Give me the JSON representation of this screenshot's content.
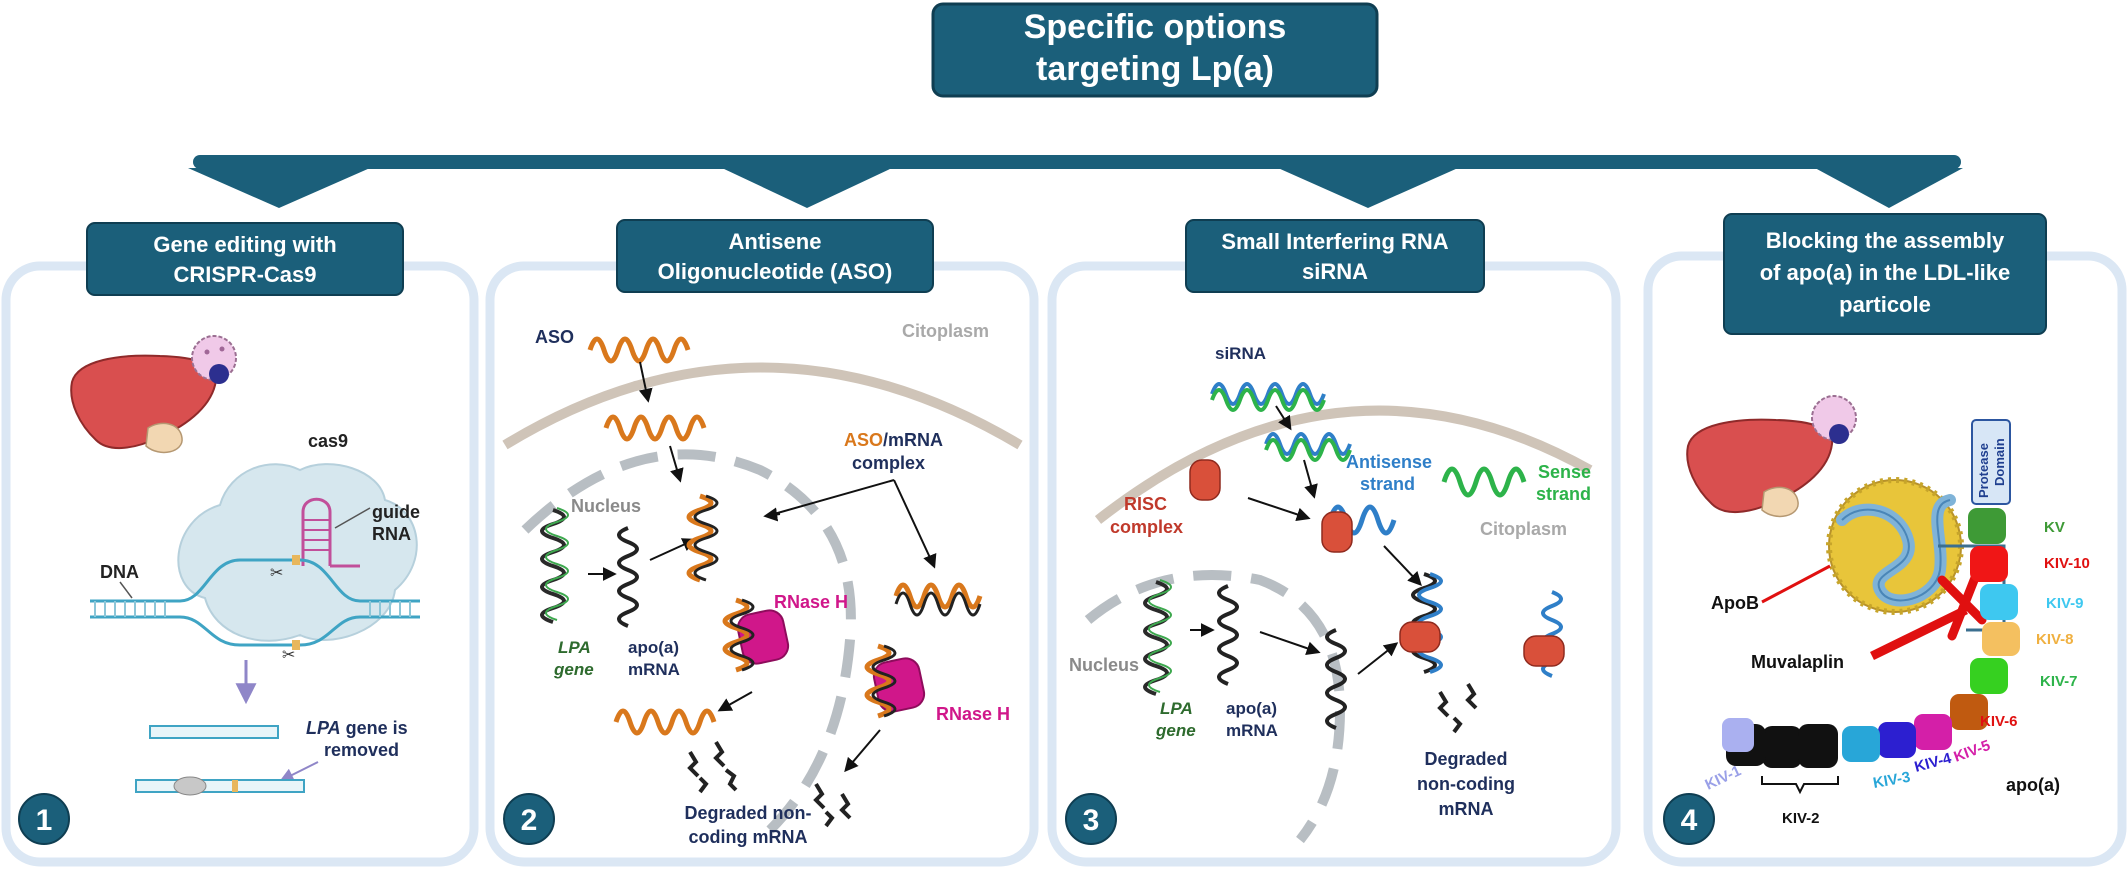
{
  "title": {
    "line1": "Specific options",
    "line2": "targeting Lp(a)"
  },
  "colors": {
    "header_fill": "#1b5f7a",
    "panel_border": "#dbe7f4",
    "navy": "#1f2f5c",
    "aso_orange": "#d9781c",
    "sirna_blue": "#2f7fc8",
    "sense_green": "#2db34a",
    "risc_red": "#d9503a",
    "rnase_magenta": "#d0178a",
    "membrane": "#cfc4b8",
    "nucleus_dash": "#b8bec3"
  },
  "panels": [
    {
      "number": "1",
      "header": [
        "Gene editing with",
        "CRISPR-Cas9"
      ],
      "labels": {
        "cas9": "cas9",
        "guide1": "guide",
        "guide2": "RNA",
        "dna": "DNA",
        "lpa": "LPA",
        "gene_removed": " gene is",
        "removed": "removed"
      }
    },
    {
      "number": "2",
      "header": [
        "Antisene",
        "Oligonucleotide (ASO)"
      ],
      "labels": {
        "aso": "ASO",
        "citoplasm": "Citoplasm",
        "complex_aso": "ASO",
        "complex_rest": "/mRNA",
        "complex2": "complex",
        "nucleus": "Nucleus",
        "lpa": "LPA",
        "gene": "gene",
        "apoa": "apo(a)",
        "mrna": "mRNA",
        "rnaseh1": "RNase H",
        "rnaseh2": "RNase H",
        "degraded1": "Degraded non-",
        "degraded2": "coding mRNA"
      }
    },
    {
      "number": "3",
      "header": [
        "Small Interfering RNA",
        "siRNA"
      ],
      "labels": {
        "sirna": "siRNA",
        "antisense1": "Antisense",
        "antisense2": "strand",
        "sense1": "Sense",
        "sense2": "strand",
        "risc1": "RISC",
        "risc2": "complex",
        "citoplasm": "Citoplasm",
        "nucleus": "Nucleus",
        "lpa": "LPA",
        "gene": "gene",
        "apoa": "apo(a)",
        "mrna": "mRNA",
        "degraded1": "Degraded",
        "degraded2": "non-coding",
        "degraded3": "mRNA"
      }
    },
    {
      "number": "4",
      "header": [
        "Blocking the assembly",
        "of apo(a) in the LDL-like",
        "particole"
      ],
      "labels": {
        "protease1": "Protease",
        "protease2": "Domain",
        "apob": "ApoB",
        "muvalaplin": "Muvalaplin",
        "apoa": "apo(a)",
        "kv": "KV",
        "kiv10": "KIV-10",
        "kiv9": "KIV-9",
        "kiv8": "KIV-8",
        "kiv7": "KIV-7",
        "kiv6": "KIV-6",
        "kiv5": "KIV-5",
        "kiv4": "KIV-4",
        "kiv3": "KIV-3",
        "kiv2": "KIV-2",
        "kiv1": "KIV-1"
      }
    }
  ]
}
